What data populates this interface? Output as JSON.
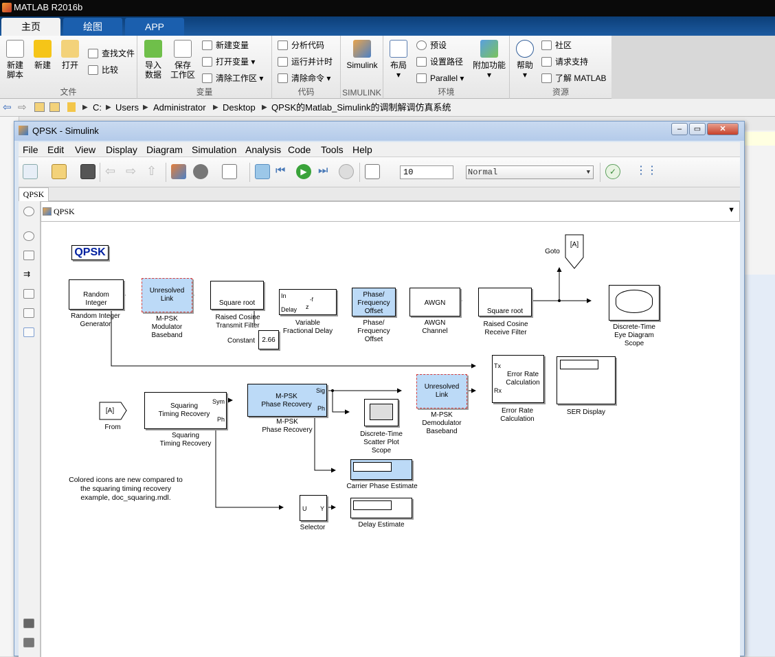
{
  "matlab": {
    "title": "MATLAB R2016b",
    "tabs": [
      "主页",
      "绘图",
      "APP"
    ]
  },
  "ribbon": {
    "file": {
      "label": "文件",
      "new_script": "新建\n脚本",
      "new": "新建",
      "open": "打开",
      "find_files": "查找文件",
      "compare": "比较"
    },
    "variable": {
      "label": "变量",
      "import": "导入\n数据",
      "save_ws": "保存\n工作区",
      "new_var": "新建变量",
      "open_var": "打开变量",
      "clear_ws": "清除工作区"
    },
    "code": {
      "label": "代码",
      "analyze": "分析代码",
      "run_time": "运行并计时",
      "clear_cmd": "清除命令"
    },
    "simulink": {
      "label": "SIMULINK",
      "simulink": "Simulink"
    },
    "env": {
      "label": "环境",
      "layout": "布局",
      "prefs": "预设",
      "set_path": "设置路径",
      "parallel": "Parallel",
      "addons": "附加功能"
    },
    "resources": {
      "label": "资源",
      "help": "帮助",
      "community": "社区",
      "support": "请求支持",
      "learn": "了解 MATLAB"
    }
  },
  "address": {
    "drive": "C:",
    "parts": [
      "Users",
      "Administrator",
      "Desktop",
      "QPSK的Matlab_Simulink的调制解调仿真系统"
    ]
  },
  "sim": {
    "window_title": "QPSK - Simulink",
    "menus": [
      "File",
      "Edit",
      "View",
      "Display",
      "Diagram",
      "Simulation",
      "Analysis",
      "Code",
      "Tools",
      "Help"
    ],
    "stop_time": "10",
    "sim_mode": "Normal",
    "model_tab": "QPSK",
    "explorer_path": "QPSK"
  },
  "diagram": {
    "title": "QPSK",
    "note": "Colored icons are new compared to the squaring timing recovery example, doc_squaring.mdl.",
    "blocks": {
      "rig": {
        "text": "Random\nInteger",
        "label": "Random Integer\nGenerator"
      },
      "mod": {
        "text": "Unresolved\nLink",
        "label": "M-PSK\nModulator\nBaseband"
      },
      "tx": {
        "text": "Square root",
        "label": "Raised Cosine\nTransmit Filter"
      },
      "vfd": {
        "in": "In",
        "delay": "Delay",
        "z": "z",
        "zexp": "-f",
        "label": "Variable\nFractional Delay"
      },
      "const": {
        "text": "2.66",
        "label": "Constant"
      },
      "pfo": {
        "text": "Phase/\nFrequency\nOffset",
        "label": "Phase/\nFrequency\nOffset"
      },
      "awgn": {
        "text": "AWGN",
        "label": "AWGN\nChannel"
      },
      "rx": {
        "text": "Square root",
        "label": "Raised Cosine\nReceive Filter"
      },
      "goto": {
        "text": "[A]",
        "label": "Goto"
      },
      "eye": {
        "label": "Discrete-Time\nEye Diagram\nScope"
      },
      "from": {
        "text": "[A]",
        "label": "From"
      },
      "str": {
        "text": "Squaring\nTiming Recovery",
        "sym": "Sym",
        "ph": "Ph",
        "label": "Squaring\nTiming Recovery"
      },
      "mpr": {
        "text": "M-PSK\nPhase Recovery",
        "sig": "Sig",
        "ph": "Ph",
        "label": "M-PSK\nPhase Recovery"
      },
      "scatter": {
        "label": "Discrete-Time\nScatter Plot\nScope"
      },
      "demod": {
        "text": "Unresolved\nLink",
        "label": "M-PSK\nDemodulator\nBaseband"
      },
      "err": {
        "tx": "Tx",
        "rx": "Rx",
        "text": "Error Rate\nCalculation",
        "label": "Error Rate\nCalculation"
      },
      "ser": {
        "label": "SER Display"
      },
      "cpe": {
        "label": "Carrier Phase Estimate"
      },
      "sel": {
        "u": "U",
        "y": "Y",
        "label": "Selector"
      },
      "de": {
        "label": "Delay Estimate"
      }
    }
  }
}
